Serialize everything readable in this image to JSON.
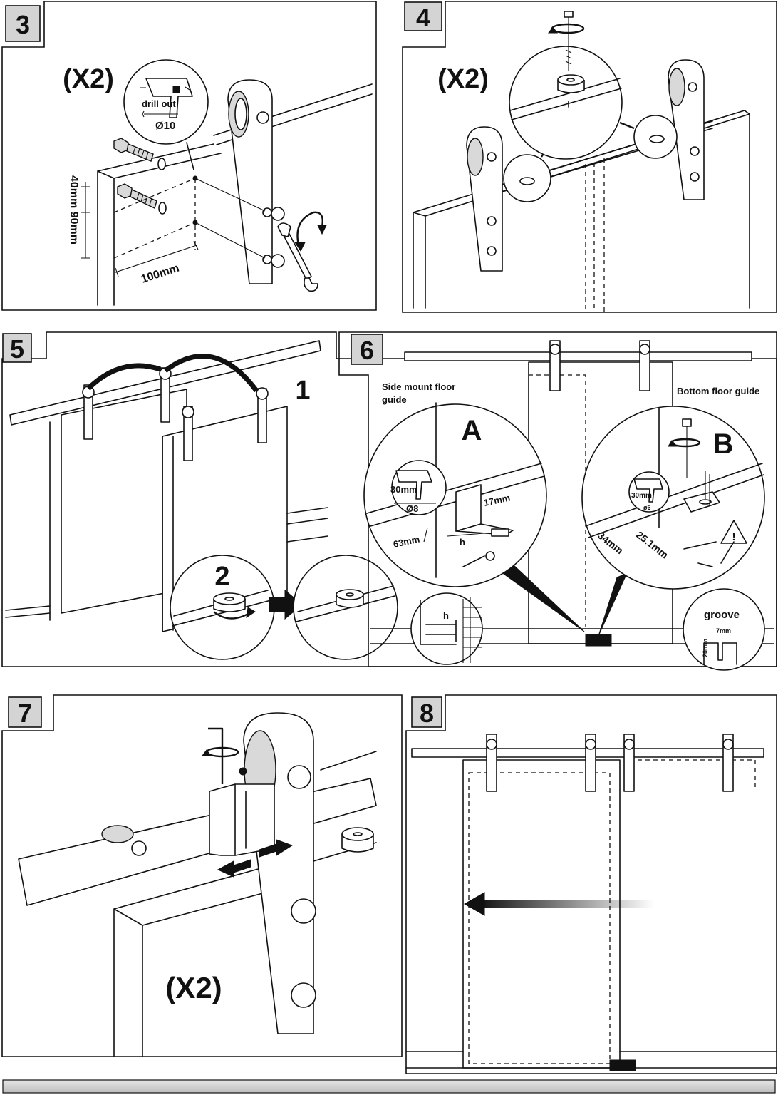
{
  "colors": {
    "ink": "#111111",
    "paper": "#ffffff",
    "step_badge": "#d4d4d4",
    "footer_bar": "#d6d6d6"
  },
  "step3": {
    "number": "3",
    "qty": "(X2)",
    "drill_label": "drill out",
    "drill_diameter": "Ø10",
    "dim_vertical": "40mm 90mm",
    "dim_horizontal": "100mm",
    "icons": [
      "drill-icon",
      "wrench-icon",
      "rotate-arrow-icon",
      "bolt-icon"
    ]
  },
  "step4": {
    "number": "4",
    "qty": "(X2)",
    "icons": [
      "screw-icon",
      "rotate-arrow-icon",
      "stopper-icon"
    ]
  },
  "step5": {
    "number": "5",
    "sub1": "1",
    "sub2": "2",
    "icons": [
      "arc-arrow-icon",
      "right-arrow-icon",
      "stopper-icon"
    ]
  },
  "step6": {
    "number": "6",
    "label_a": "A",
    "label_b": "B",
    "side_guide": "Side mount floor guide",
    "side_guide_line1": "Side mount floor",
    "side_guide_line2": "guide",
    "bottom_guide": "Bottom floor guide",
    "dim_30mm_a": "30mm",
    "dim_8": "Ø8",
    "dim_17mm": "17mm",
    "dim_63mm": "63mm",
    "dim_h": "h",
    "dim_30mm_b": "30mm",
    "dim_6": "ø6",
    "dim_34mm": "34mm",
    "dim_25mm": "25.1mm",
    "groove": "groove",
    "groove_width": "7mm",
    "groove_depth": "20mm",
    "inset_h": "h",
    "icons": [
      "drill-icon",
      "warning-icon",
      "screw-icon",
      "wrench-icon"
    ]
  },
  "step7": {
    "number": "7",
    "qty": "(X2)",
    "icons": [
      "hex-key-icon",
      "rotate-arrow-icon",
      "double-arrow-icon"
    ]
  },
  "step8": {
    "number": "8",
    "icons": [
      "left-arrow-icon"
    ]
  }
}
